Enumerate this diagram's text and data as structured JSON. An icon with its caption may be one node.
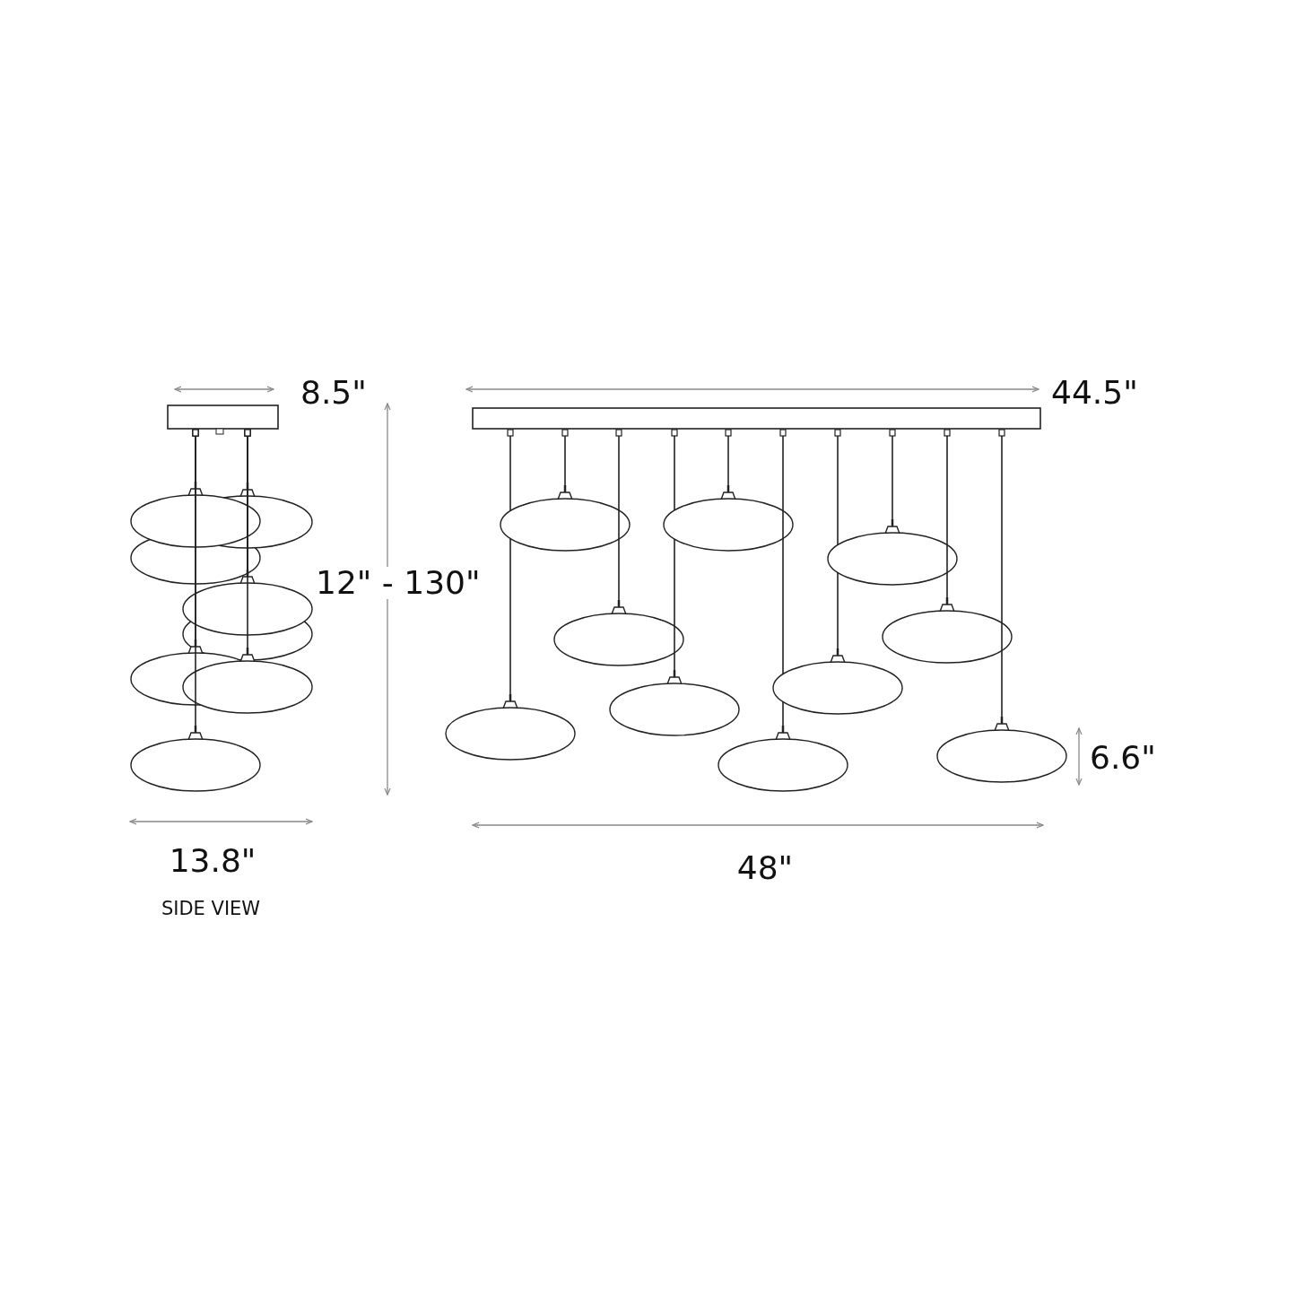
{
  "diagram": {
    "labels": [
      "8.5\"",
      "44.5\"",
      "12\" - 130\"",
      "6.6\"",
      "13.8\"",
      "48\"",
      "SIDE VIEW"
    ]
  }
}
